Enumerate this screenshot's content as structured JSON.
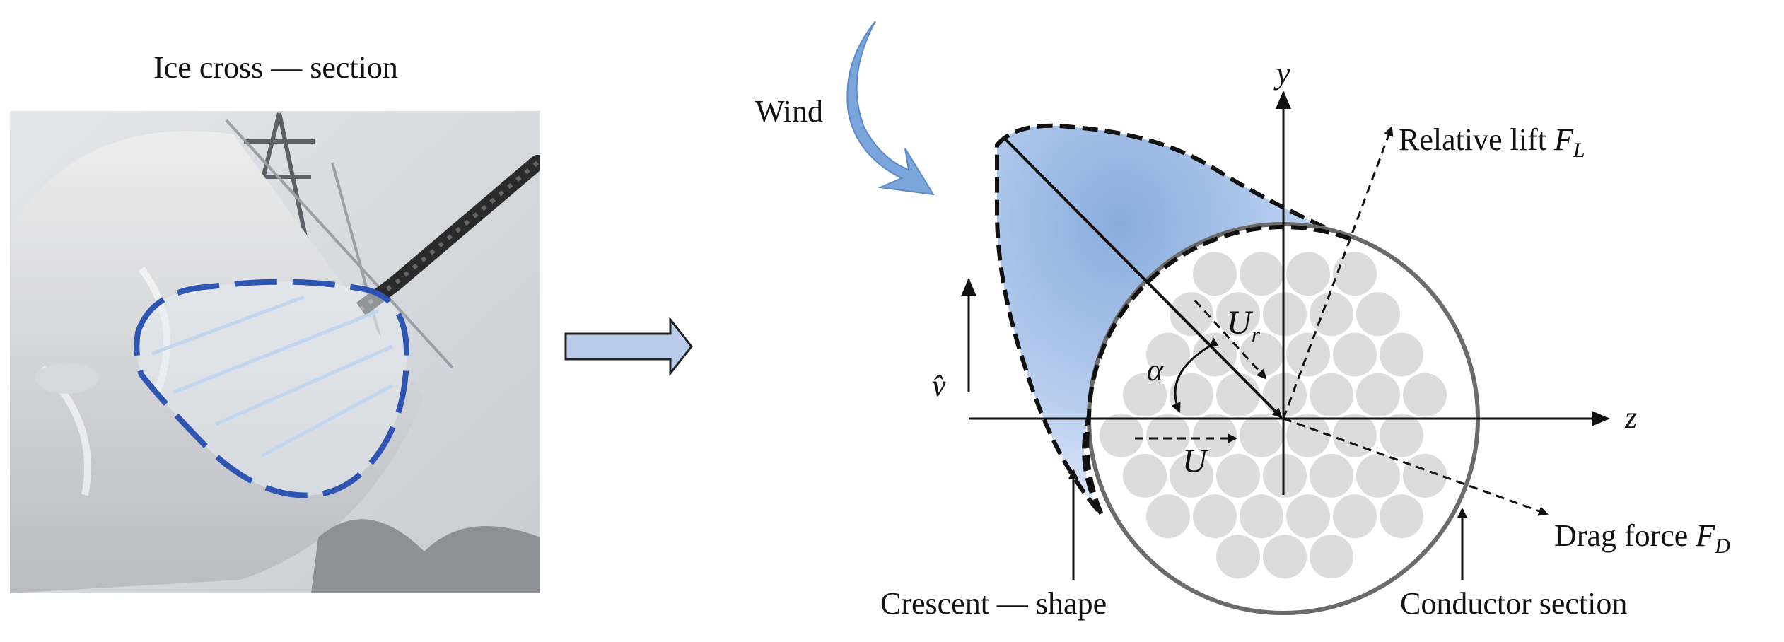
{
  "photo": {
    "title": "Ice cross — section"
  },
  "diagram": {
    "wind_label": "Wind",
    "axis_y": "y",
    "axis_z": "z",
    "axis_v": "v̂",
    "relative_lift": {
      "text": "Relative lift ",
      "symbol": "F",
      "sub": "L"
    },
    "drag_force": {
      "text": "Drag force ",
      "symbol": "F",
      "sub": "D"
    },
    "ur": {
      "symbol": "U",
      "sub": "r"
    },
    "u": "U",
    "alpha": "α",
    "crescent": "Crescent — shape",
    "conductor": "Conductor section"
  },
  "colors": {
    "ice_fill": "#a9c6ea",
    "ice_outline": "#2f55b3",
    "wind_arrow": "#7aa6dc",
    "big_arrow": "#b9cdea",
    "strand": "#dcdcdc",
    "conductor_outline": "#6b6b6b"
  }
}
